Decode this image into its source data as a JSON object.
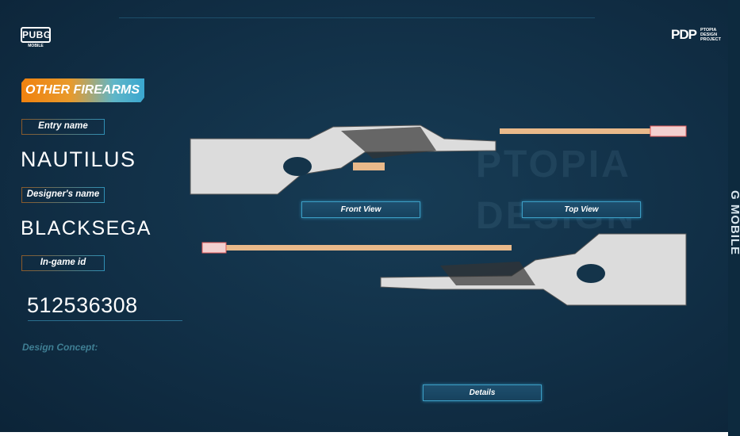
{
  "logos": {
    "pubg": "PUBG",
    "pubg_sub": "MOBILE",
    "pdp_mark": "PDP",
    "pdp_text": [
      "PTOPIA",
      "DESIGN",
      "PROJECT"
    ]
  },
  "category": "OTHER FIREARMS",
  "fields": [
    {
      "label": "Entry name",
      "value": "NAUTILUS"
    },
    {
      "label": "Designer's name",
      "value": "BLACKSEGA"
    },
    {
      "label": "In-game id",
      "value": "512536308"
    }
  ],
  "design_concept_label": "Design Concept:",
  "buttons": {
    "front": "Front View",
    "top": "Top View",
    "details": "Details"
  },
  "watermark": [
    "PTOPIA",
    "DESIGN"
  ],
  "side_text": "G MOBILE"
}
